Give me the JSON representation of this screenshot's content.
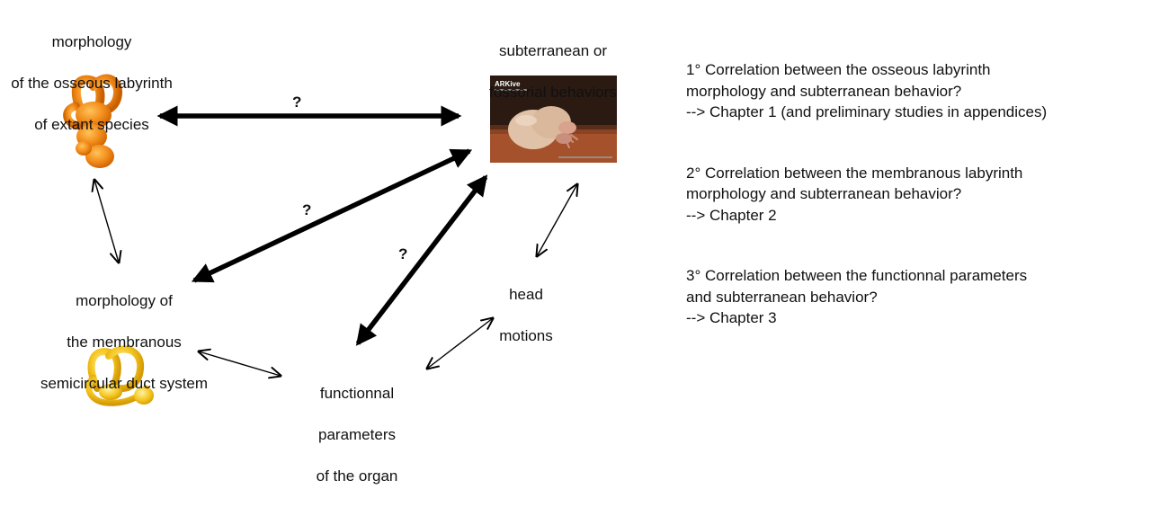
{
  "nodes": {
    "osseous": [
      "morphology",
      "of the osseous labyrinth",
      "of extant species"
    ],
    "subterranean": [
      "subterranean or",
      "fossorial behaviors"
    ],
    "membranous": [
      "morphology of",
      "the membranous",
      "semicircular duct system"
    ],
    "functional": [
      "functionnal",
      "parameters",
      "of the organ"
    ],
    "head": [
      "head",
      "motions"
    ]
  },
  "question_mark": "?",
  "photo": {
    "watermark": "ARKive"
  },
  "chapters": [
    {
      "lines": [
        "1° Correlation between the osseous labyrinth",
        "morphology and subterranean behavior?",
        "--> Chapter 1 (and preliminary studies in appendices)"
      ]
    },
    {
      "lines": [
        "2° Correlation between the membranous labyrinth",
        "morphology and subterranean behavior?",
        "--> Chapter 2"
      ]
    },
    {
      "lines": [
        "3° Correlation between the functionnal parameters",
        "and subterranean behavior?",
        "--> Chapter 3"
      ]
    }
  ],
  "colors": {
    "osseous_model": "#f28c1a",
    "membranous_model": "#f5c51f",
    "arrow": "#000000",
    "photo_bg": "#2a1a12",
    "photo_ground": "#a4512c",
    "mole_body": "#e0c2a8"
  }
}
